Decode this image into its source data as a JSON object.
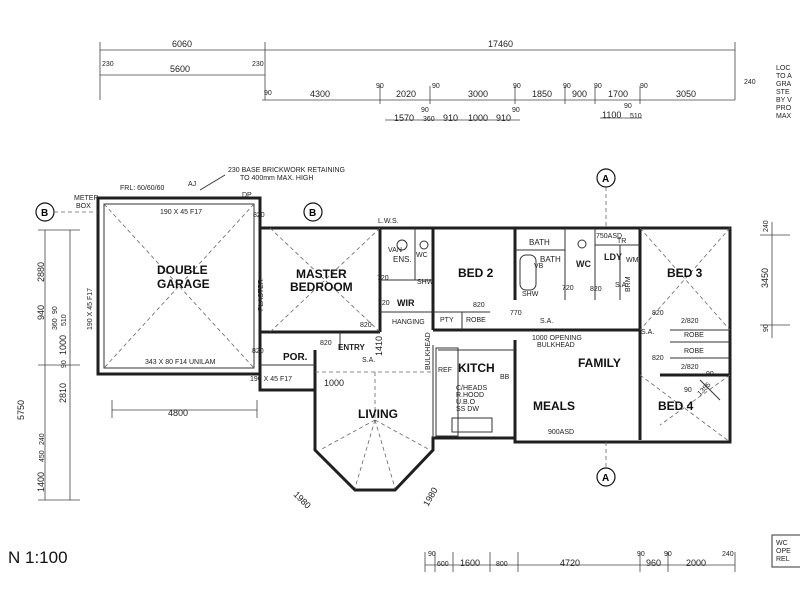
{
  "dimensions": {
    "top_overall": [
      "6060",
      "17460"
    ],
    "top_row2": [
      "230",
      "230",
      "5600",
      "240"
    ],
    "top_row3": [
      "90",
      "4300",
      "90",
      "2020",
      "90",
      "3000",
      "90",
      "1850",
      "90",
      "900",
      "90",
      "1700",
      "90",
      "3050"
    ],
    "top_row4": [
      "1570",
      "90",
      "360",
      "910",
      "1000",
      "910",
      "90",
      "1100",
      "90",
      "510"
    ],
    "left": [
      "2880",
      "940",
      "360",
      "90",
      "510",
      "1000",
      "90",
      "2810",
      "5750",
      "240",
      "450",
      "1400"
    ],
    "right": [
      "240",
      "3450",
      "90"
    ],
    "bottom": [
      "90",
      "600",
      "1600",
      "800",
      "4720",
      "90",
      "960",
      "90",
      "2000",
      "240"
    ],
    "angled": [
      "1980",
      "1980"
    ],
    "garage_width": "4800",
    "internal": [
      "720",
      "720",
      "720",
      "820",
      "820",
      "820",
      "820",
      "820",
      "770",
      "820",
      "820",
      "820",
      "750ASD",
      "900ASD",
      "1000",
      "1410",
      "90",
      "90",
      "1355"
    ]
  },
  "rooms": {
    "garage_l1": "DOUBLE",
    "garage_l2": "GARAGE",
    "master_l1": "MASTER",
    "master_l2": "BEDROOM",
    "bed2": "BED 2",
    "bed3": "BED 3",
    "bed4": "BED 4",
    "family": "FAMILY",
    "meals": "MEALS",
    "living": "LIVING",
    "kitch": "KITCH",
    "entry": "ENTRY",
    "por": "POR.",
    "wir": "WIR",
    "ens": "ENS.",
    "van": "VAN",
    "wc": "WC",
    "wc2": "WC",
    "bath": "BATH",
    "bath_b": "BATH",
    "ldy": "LDY",
    "pty": "PTY",
    "robe": "ROBE",
    "robe2": "ROBE",
    "robe3": "ROBE",
    "hanging": "HANGING",
    "shw": "SHW",
    "shw2": "SHW",
    "vb": "VB",
    "wm": "WM",
    "trough": "TR",
    "brm": "BRM",
    "ref": "REF",
    "plaster": "PLASTER",
    "bulkhead": "BULKHEAD"
  },
  "notes": {
    "retaining_l1": "230 BASE BRICKWORK RETAINING",
    "retaining_l2": "TO 400mm MAX. HIGH",
    "frl": "FRL: 60/60/60",
    "meter_l1": "METER",
    "meter_l2": "BOX",
    "beam1": "190 X 45 F17",
    "beam2": "190 X 45 F17",
    "beam3": "190 X 45 F17",
    "lintel": "343 X 80 F14 UNILAM",
    "opening_l1": "1000 OPENING",
    "opening_l2": "BULKHEAD",
    "kitch_l1": "C/HEADS",
    "kitch_l2": "R.HOOD",
    "kitch_l3": "U.B.O",
    "kitch_l4": "SS DW",
    "robe_2820": "2/820",
    "robe_2820b": "2/820",
    "lws": "L.W.S.",
    "sa1": "S.A.",
    "sa2": "S.A.",
    "sa3": "S.A.",
    "sa4": "S.A.",
    "dp": "DP",
    "aj": "AJ",
    "bb": "BB"
  },
  "markers": {
    "section_a": "A",
    "section_b": "B"
  },
  "scale": "N 1:100",
  "side_notes": [
    "LOC",
    "TO A",
    "GRA",
    "STE",
    "BY V",
    "PRO",
    "MAX"
  ],
  "side_box": [
    "WC",
    "OPE",
    "REL"
  ]
}
